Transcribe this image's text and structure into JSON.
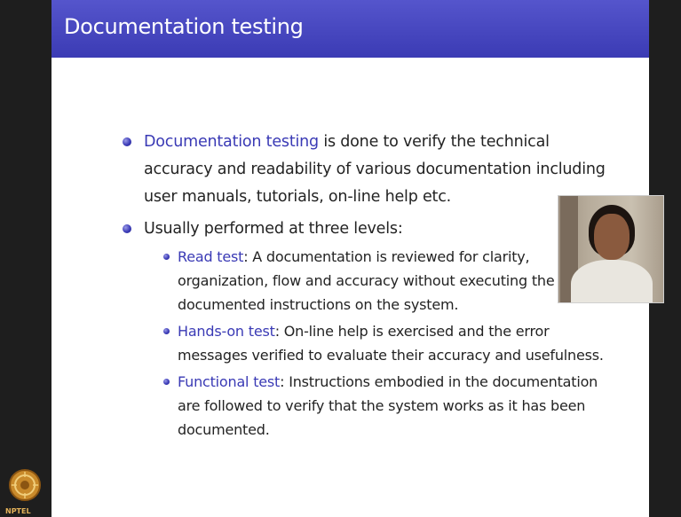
{
  "slide": {
    "title": "Documentation testing",
    "bullet1": {
      "highlight": "Documentation testing",
      "text": " is done to verify the technical accuracy and readability of various documentation including user manuals, tutorials, on-line help etc."
    },
    "bullet2": {
      "text": "Usually performed at three levels:",
      "subs": [
        {
          "term": "Read test",
          "text": ":  A documentation is reviewed for clarity, organization, flow and accuracy without executing the documented instructions on the system."
        },
        {
          "term": "Hands-on test",
          "text": ":  On-line help is exercised and the error messages verified to evaluate their accuracy and usefulness."
        },
        {
          "term": "Functional test",
          "text": ":  Instructions embodied in the documentation are followed to verify that the system works as it has been documented."
        }
      ]
    }
  },
  "logo": {
    "text": "NPTEL"
  },
  "colors": {
    "title_bar": "#4545bf",
    "highlight": "#3a3ab5",
    "text": "#232323"
  },
  "icons": [
    "bullet-dot-icon",
    "nptel-logo-icon",
    "webcam-presenter"
  ]
}
